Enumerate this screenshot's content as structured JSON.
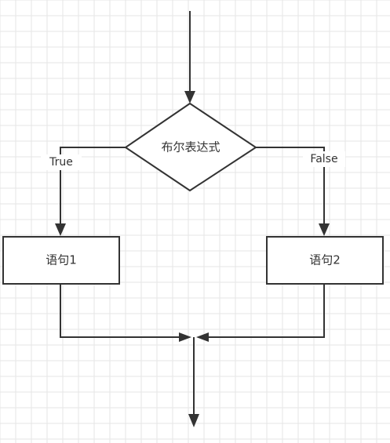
{
  "diagram": {
    "condition": "布尔表达式",
    "true_label": "True",
    "false_label": "False",
    "statement_1": "语句1",
    "statement_2": "语句2"
  },
  "colors": {
    "stroke": "#333333",
    "grid": "#e6e6e6",
    "background": "#ffffff"
  }
}
